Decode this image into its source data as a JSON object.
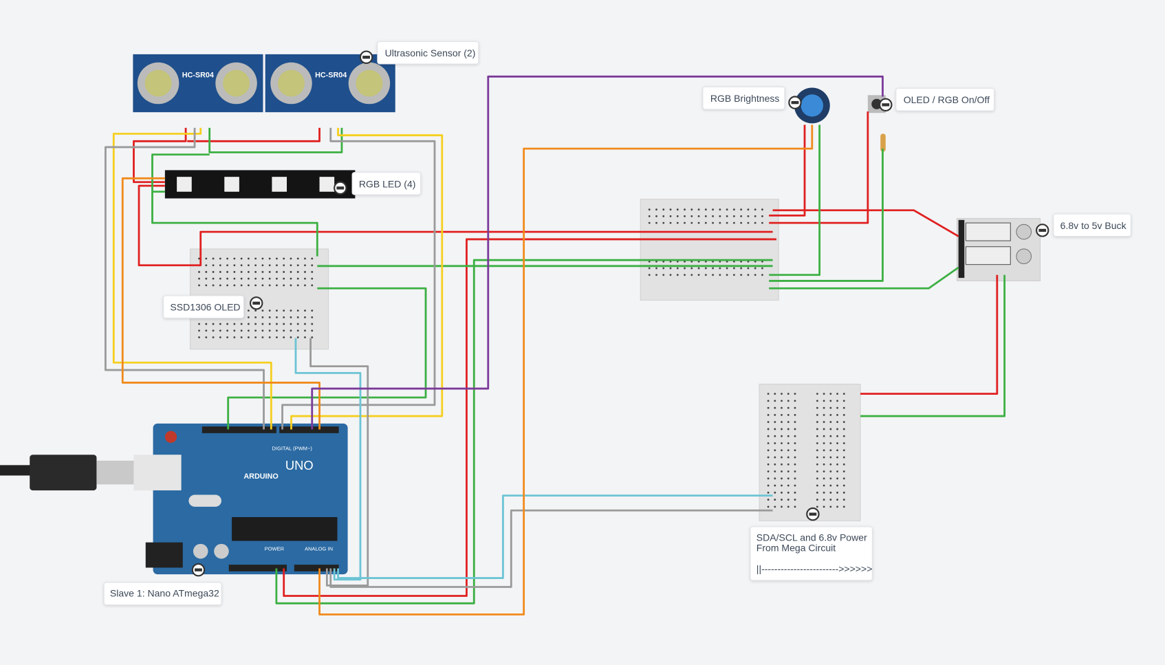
{
  "labels": {
    "ultrasonic": "Ultrasonic Sensor (2)",
    "rgb_brightness": "RGB Brightness",
    "oled_rgb_switch": "OLED / RGB On/Off",
    "rgb_led": "RGB LED (4)",
    "buck": "6.8v to 5v Buck",
    "oled": "SSD1306 OLED",
    "sda_scl_line1": "SDA/SCL and 6.8v Power",
    "sda_scl_line2": "From Mega Circuit",
    "sda_scl_line3": "||------------------------>>>>>>",
    "slave": "Slave 1: Nano ATmega32"
  },
  "board": {
    "brand": "ARDUINO",
    "model": "UNO",
    "digital": "DIGITAL (PWM~)",
    "power": "POWER",
    "analog": "ANALOG IN"
  },
  "sensor_model": "HC-SR04",
  "colors": {
    "background": "#f3f4f6",
    "board": "#2b6aa3",
    "wire_red": "#e02020",
    "wire_green": "#3cb043",
    "wire_yellow": "#f5cf1f",
    "wire_gray": "#9a9a9a",
    "wire_orange": "#f08a1c",
    "wire_purple": "#7b3a9a",
    "wire_cyan": "#6cc4d4"
  }
}
